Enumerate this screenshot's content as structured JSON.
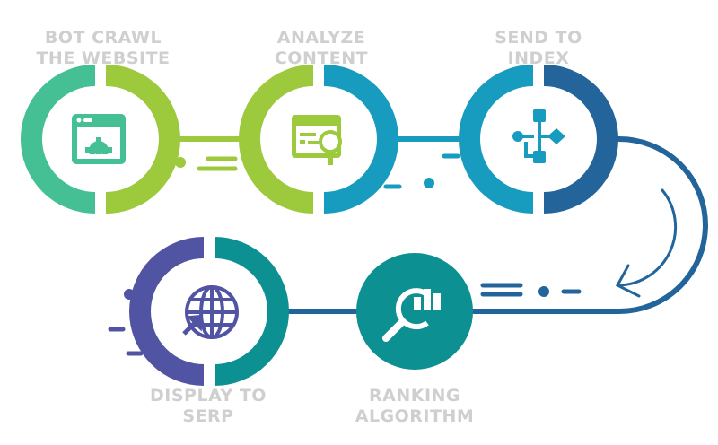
{
  "title": "How search engines work",
  "steps": [
    {
      "label_line1": "BOT CRAWL",
      "label_line2": "THE WEBSITE",
      "icon": "browser-gear-icon"
    },
    {
      "label_line1": "ANALYZE",
      "label_line2": "CONTENT",
      "icon": "document-search-icon"
    },
    {
      "label_line1": "SEND TO",
      "label_line2": "INDEX",
      "icon": "flowchart-icon"
    },
    {
      "label_line1": "RANKING",
      "label_line2": "ALGORITHM",
      "icon": "search-chart-icon"
    },
    {
      "label_line1": "DISPLAY TO",
      "label_line2": "SERP",
      "icon": "globe-cursor-icon"
    }
  ],
  "colors": {
    "green": "#45bf94",
    "lime": "#9dc93c",
    "blue": "#179cc0",
    "dark_blue": "#23659a",
    "indigo": "#5154a3",
    "teal": "#0c9092",
    "label": "#cfcfcf"
  }
}
